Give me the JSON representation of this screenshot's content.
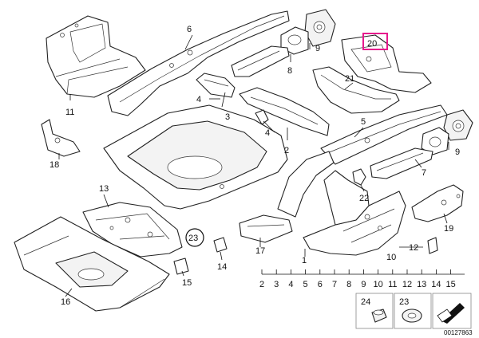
{
  "callouts": [
    "1",
    "2",
    "3",
    "4",
    "5",
    "6",
    "7",
    "8",
    "9",
    "10",
    "11",
    "12",
    "13",
    "14",
    "15",
    "16",
    "17",
    "18",
    "19",
    "20",
    "21",
    "22",
    "23",
    "24"
  ],
  "scale": [
    "2",
    "3",
    "4",
    "5",
    "6",
    "7",
    "8",
    "9",
    "10",
    "11",
    "12",
    "13",
    "14",
    "15"
  ],
  "legend": {
    "item24": "24",
    "item23": "23"
  },
  "diagram_code": "00127863",
  "highlight": {
    "label": "20",
    "color": "#e6198c"
  }
}
